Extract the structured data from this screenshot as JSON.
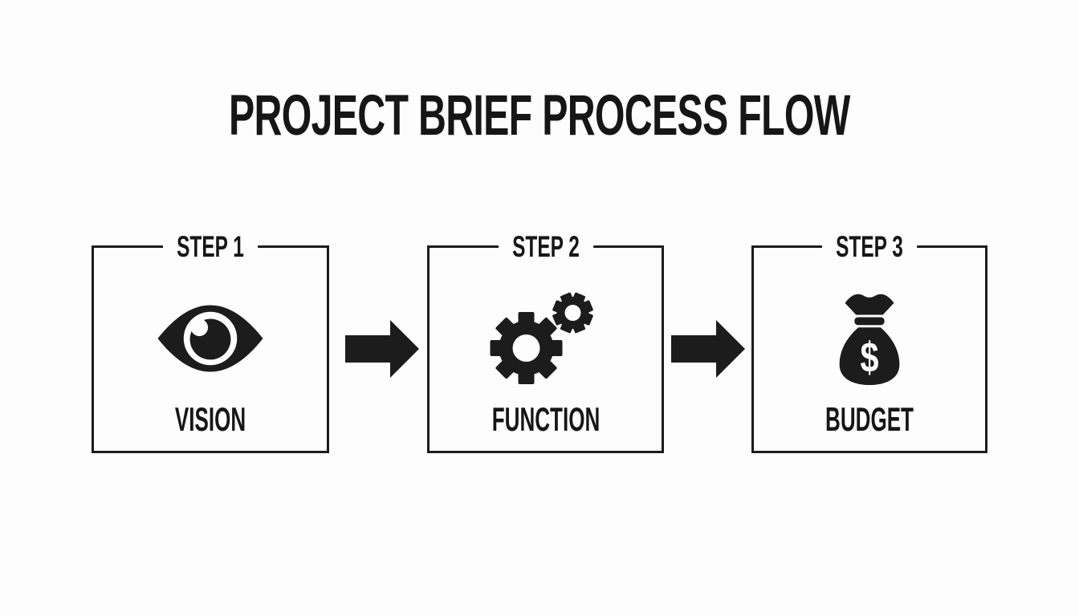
{
  "title": "PROJECT BRIEF PROCESS FLOW",
  "flow": {
    "steps": [
      {
        "step": "STEP 1",
        "label": "VISION",
        "icon": "eye-icon"
      },
      {
        "step": "STEP 2",
        "label": "FUNCTION",
        "icon": "gears-icon"
      },
      {
        "step": "STEP 3",
        "label": "BUDGET",
        "icon": "money-bag-icon"
      }
    ],
    "connector": "right-arrow",
    "money_bag_symbol": "$"
  },
  "colors": {
    "ink": "#1c1c1c",
    "background": "#fdfdfd"
  }
}
